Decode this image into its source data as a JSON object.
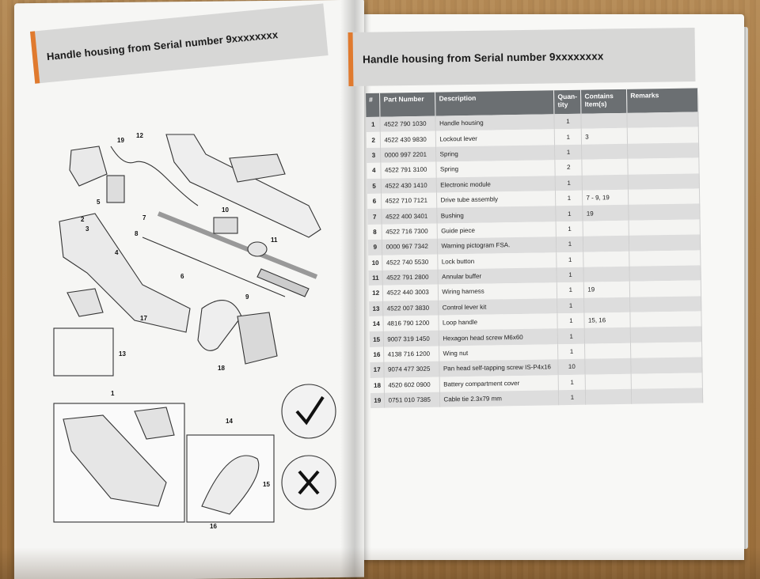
{
  "left_page": {
    "title": "Handle housing from Serial number 9xxxxxxxx",
    "callouts": [
      "19",
      "12",
      "5",
      "2",
      "3",
      "4",
      "7",
      "8",
      "10",
      "11",
      "6",
      "9",
      "17",
      "13",
      "18",
      "1",
      "14",
      "15",
      "16"
    ]
  },
  "right_page": {
    "title": "Handle housing from Serial number 9xxxxxxxx",
    "table": {
      "headers": [
        "#",
        "Part Number",
        "Description",
        "Quan-tity",
        "Contains Item(s)",
        "Remarks"
      ],
      "rows": [
        {
          "n": "1",
          "pn": "4522 790 1030",
          "desc": "Handle housing",
          "qty": "1",
          "contains": "",
          "remarks": ""
        },
        {
          "n": "2",
          "pn": "4522 430 9830",
          "desc": "Lockout lever",
          "qty": "1",
          "contains": "3",
          "remarks": ""
        },
        {
          "n": "3",
          "pn": "0000 997 2201",
          "desc": "Spring",
          "qty": "1",
          "contains": "",
          "remarks": ""
        },
        {
          "n": "4",
          "pn": "4522 791 3100",
          "desc": "Spring",
          "qty": "2",
          "contains": "",
          "remarks": ""
        },
        {
          "n": "5",
          "pn": "4522 430 1410",
          "desc": "Electronic module",
          "qty": "1",
          "contains": "",
          "remarks": ""
        },
        {
          "n": "6",
          "pn": "4522 710 7121",
          "desc": "Drive tube assembly",
          "qty": "1",
          "contains": "7 - 9, 19",
          "remarks": ""
        },
        {
          "n": "7",
          "pn": "4522 400 3401",
          "desc": "Bushing",
          "qty": "1",
          "contains": "19",
          "remarks": ""
        },
        {
          "n": "8",
          "pn": "4522 716 7300",
          "desc": "Guide piece",
          "qty": "1",
          "contains": "",
          "remarks": ""
        },
        {
          "n": "9",
          "pn": "0000 967 7342",
          "desc": "Warning pictogram FSA.",
          "qty": "1",
          "contains": "",
          "remarks": ""
        },
        {
          "n": "10",
          "pn": "4522 740 5530",
          "desc": "Lock button",
          "qty": "1",
          "contains": "",
          "remarks": ""
        },
        {
          "n": "11",
          "pn": "4522 791 2800",
          "desc": "Annular buffer",
          "qty": "1",
          "contains": "",
          "remarks": ""
        },
        {
          "n": "12",
          "pn": "4522 440 3003",
          "desc": "Wiring harness",
          "qty": "1",
          "contains": "19",
          "remarks": ""
        },
        {
          "n": "13",
          "pn": "4522 007 3830",
          "desc": "Control lever kit",
          "qty": "1",
          "contains": "",
          "remarks": ""
        },
        {
          "n": "14",
          "pn": "4816 790 1200",
          "desc": "Loop handle",
          "qty": "1",
          "contains": "15, 16",
          "remarks": ""
        },
        {
          "n": "15",
          "pn": "9007 319 1450",
          "desc": "Hexagon head screw M6x60",
          "qty": "1",
          "contains": "",
          "remarks": ""
        },
        {
          "n": "16",
          "pn": "4138 716 1200",
          "desc": "Wing nut",
          "qty": "1",
          "contains": "",
          "remarks": ""
        },
        {
          "n": "17",
          "pn": "9074 477 3025",
          "desc": "Pan head self-tapping screw IS-P4x16",
          "qty": "10",
          "contains": "",
          "remarks": ""
        },
        {
          "n": "18",
          "pn": "4520 602 0900",
          "desc": "Battery compartment cover",
          "qty": "1",
          "contains": "",
          "remarks": ""
        },
        {
          "n": "19",
          "pn": "0751 010 7385",
          "desc": "Cable tie 2.3x79 mm",
          "qty": "1",
          "contains": "",
          "remarks": ""
        }
      ]
    }
  },
  "colors": {
    "accent": "#e07a2e",
    "header_band": "#d7d7d6",
    "table_header": "#6b6f72",
    "row_shade": "#dddddd"
  }
}
